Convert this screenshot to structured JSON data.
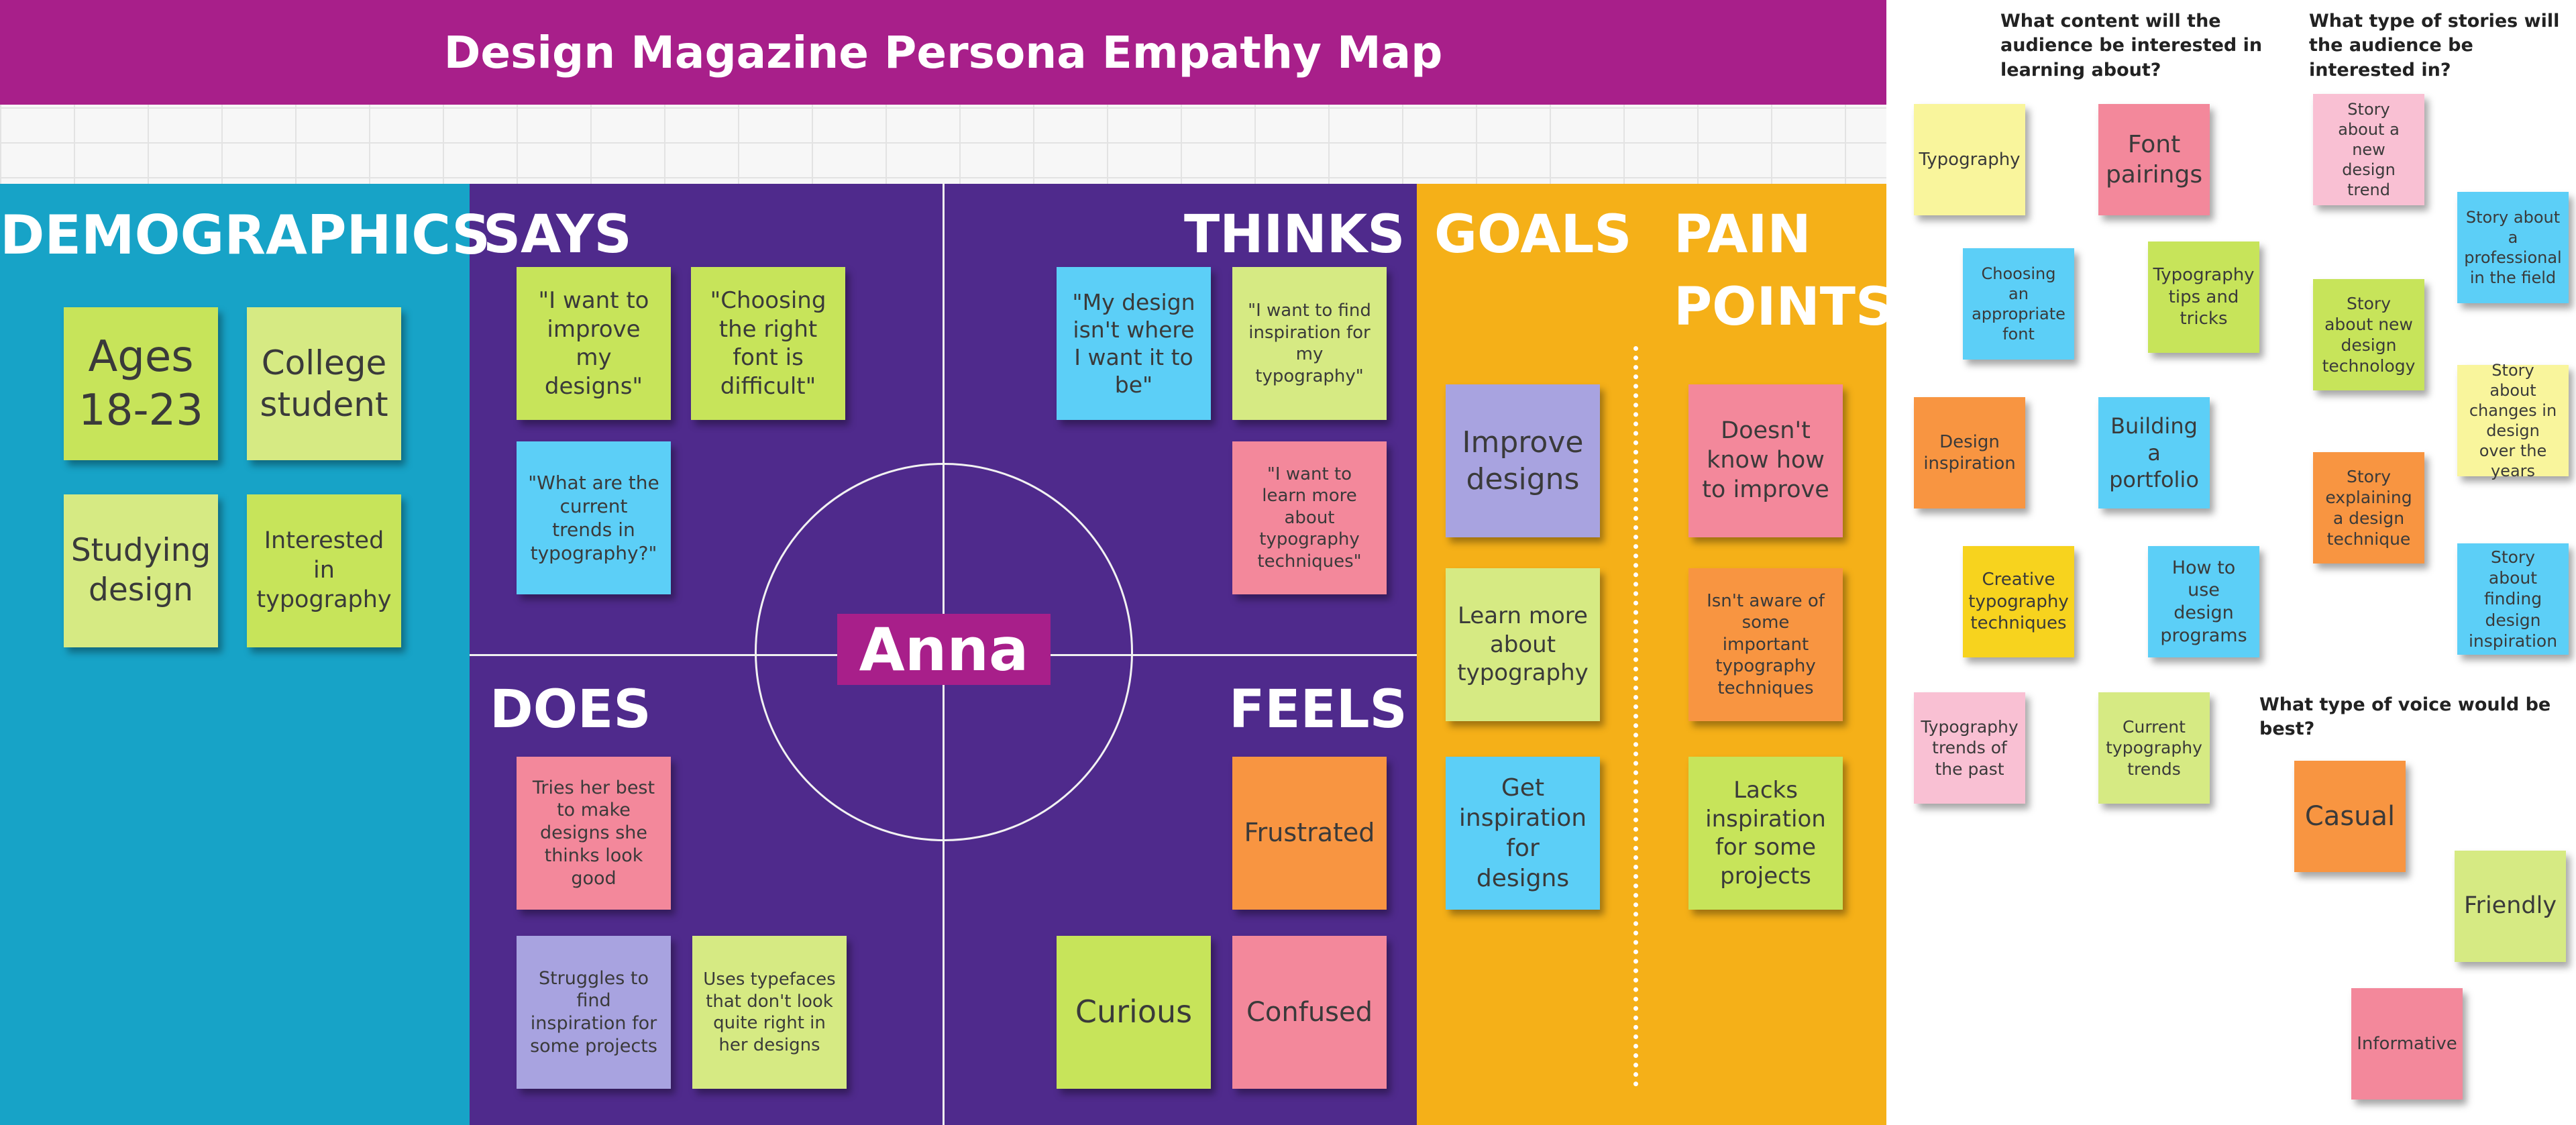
{
  "title": "Design Magazine Persona Empathy Map",
  "persona": "Anna",
  "sections": {
    "demographics": "DEMOGRAPHICS",
    "says": "SAYS",
    "thinks": "THINKS",
    "does": "DOES",
    "feels": "FEELS",
    "goals": "GOALS",
    "pain_points_1": "PAIN",
    "pain_points_2": "POINTS"
  },
  "notes": {
    "demographics": [
      "Ages 18-23",
      "College student",
      "Studying design",
      "Interested in typography"
    ],
    "says": [
      "\"I want to improve my designs\"",
      "\"Choosing the right font is difficult\"",
      "\"What are the current trends in typography?\""
    ],
    "thinks": [
      "\"My design isn't where I want it to be\"",
      "\"I want to find inspiration for my typography\"",
      "\"I want to learn more about typography techniques\""
    ],
    "does": [
      "Tries her best to make designs she thinks look good",
      "Struggles to find inspiration for some projects",
      "Uses typefaces that don't look quite right in her designs"
    ],
    "feels": [
      "Frustrated",
      "Curious",
      "Confused"
    ],
    "goals": [
      "Improve designs",
      "Learn more about typography",
      "Get inspiration for designs"
    ],
    "pain_points": [
      "Doesn't know how to improve",
      "Isn't aware of some important typography techniques",
      "Lacks inspiration for some projects"
    ]
  },
  "questions": {
    "content": "What content will the audience be interested in learning about?",
    "stories": "What type of stories will the audience be interested in?",
    "voice": "What type of voice would be best?"
  },
  "content_notes": [
    "Typography",
    "Font pairings",
    "Choosing an appropriate font",
    "Typography tips and tricks",
    "Design inspiration",
    "Building a portfolio",
    "Creative typography techniques",
    "How to use design programs",
    "Typography trends of the past",
    "Current typography trends"
  ],
  "story_notes": [
    "Story about a new design trend",
    "Story about a professional in the field",
    "Story about new design technology",
    "Story about changes in design over the years",
    "Story explaining a design technique",
    "Story about finding design inspiration"
  ],
  "voice_notes": [
    "Casual",
    "Friendly",
    "Informative"
  ],
  "colors": {
    "title_bar": "#a81f8a",
    "demographics_bg": "#17a3c7",
    "center_bg": "#4f2a8c",
    "goals_bg": "#f5b018",
    "note_lime": "#c7e45a",
    "note_blue": "#5ccff7",
    "note_orange": "#f89541",
    "note_pink": "#f3889b",
    "note_lavender": "#a8a3e0"
  }
}
